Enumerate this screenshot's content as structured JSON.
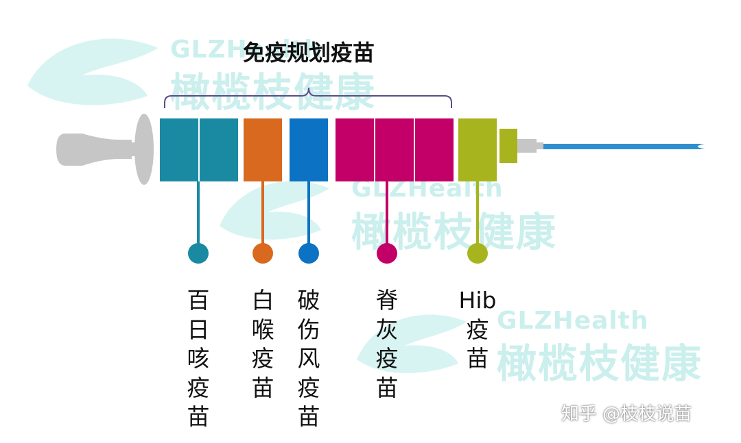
{
  "title": "免疫规划疫苗",
  "watermark": {
    "en": "GLZHealth",
    "cn": "橄榄枝健康"
  },
  "credit": "知乎 @枝枝说苗",
  "vaccines": [
    {
      "label_lines": [
        "百",
        "日",
        "咳",
        "疫",
        "苗"
      ],
      "color": "#1a8aa3",
      "segments": 2
    },
    {
      "label_lines": [
        "白",
        "喉",
        "疫",
        "苗"
      ],
      "color": "#d8691e",
      "segments": 1
    },
    {
      "label_lines": [
        "破",
        "伤",
        "风",
        "疫",
        "苗"
      ],
      "color": "#0b72c4",
      "segments": 1
    },
    {
      "label_lines": [
        "脊",
        "灰",
        "疫",
        "苗"
      ],
      "color": "#c20068",
      "segments": 3
    },
    {
      "label_lines": [
        "Hib",
        "疫",
        "苗"
      ],
      "color": "#a8b41e",
      "segments": 1
    }
  ],
  "colors": {
    "syringe_gray": "#c6c6c6",
    "needle": "#2e8fcf",
    "brace": "#5b4b8a",
    "watermark": "#9fe3e0"
  }
}
